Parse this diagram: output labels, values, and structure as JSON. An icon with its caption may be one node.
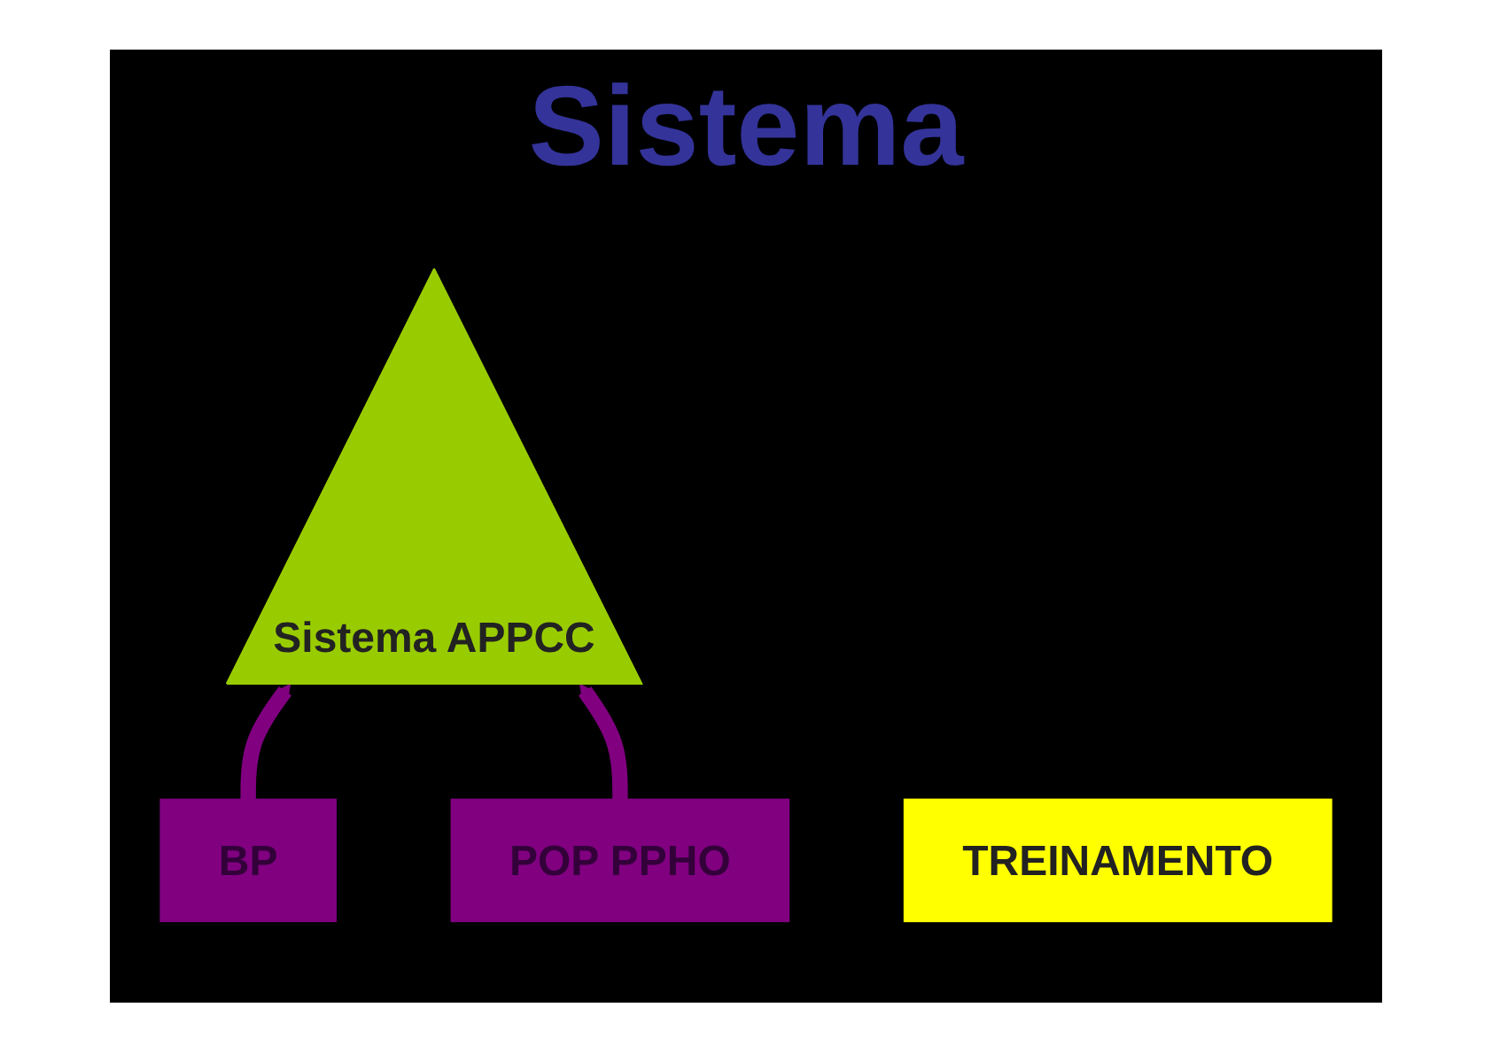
{
  "diagram": {
    "title": "Sistema",
    "nodes": [
      {
        "text": [
          "Sistema APPCC"
        ]
      },
      {
        "text": [
          "BP"
        ]
      },
      {
        "text": [
          "POP PPHO"
        ]
      },
      {
        "text": [
          "TREINAMENTO"
        ]
      }
    ],
    "edges": [
      {
        "from": 1,
        "to": 0,
        "arrow": "to"
      },
      {
        "from": 2,
        "to": 0,
        "arrow": "to"
      }
    ]
  }
}
